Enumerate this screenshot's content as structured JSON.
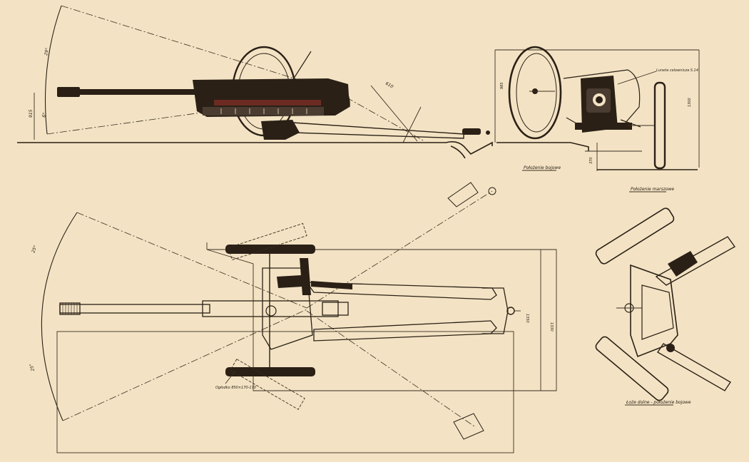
{
  "labels": {
    "side_view_caption": "",
    "combat_position": "Położenie bojowe",
    "march_position": "Położenie marszowe",
    "bottom_view_caption": "Łoże dolne - położenie bojowe",
    "wheel_note": "Ogłodko 850×170-170",
    "scope_note": "Luneta celownicza S.14"
  },
  "dimensions": {
    "elev_top": "29°",
    "elev_bottom": "6°",
    "height_1": "915",
    "length_1": "610",
    "front_height": "985",
    "front_width": "1300",
    "ground_clear": "370",
    "plan_angle_top": "25°",
    "plan_angle_bottom": "25°",
    "trail_span": "1330",
    "trail_length": "1350"
  }
}
